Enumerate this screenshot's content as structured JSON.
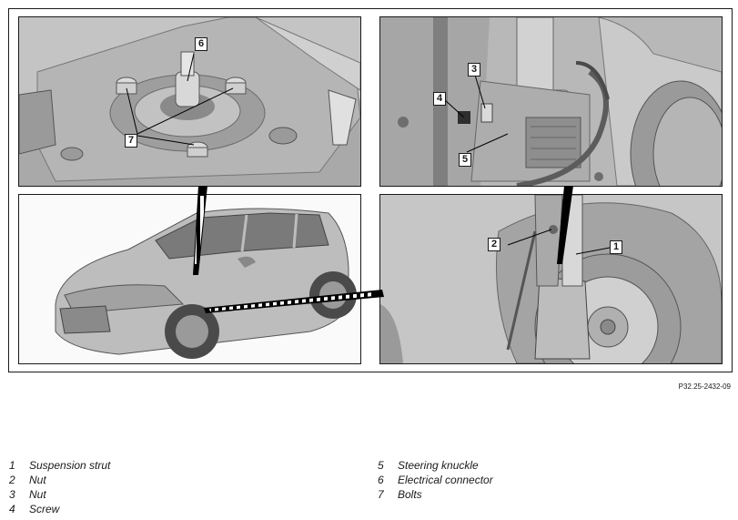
{
  "figure_reference": "P32.25-2432-09",
  "callouts": {
    "c1": "1",
    "c2": "2",
    "c3": "3",
    "c4": "4",
    "c5": "5",
    "c6": "6",
    "c7": "7"
  },
  "legend": [
    {
      "number": "1",
      "label": "Suspension strut"
    },
    {
      "number": "2",
      "label": "Nut"
    },
    {
      "number": "3",
      "label": "Nut"
    },
    {
      "number": "4",
      "label": "Screw"
    },
    {
      "number": "5",
      "label": "Steering knuckle"
    },
    {
      "number": "6",
      "label": "Electrical connector"
    },
    {
      "number": "7",
      "label": "Bolts"
    }
  ]
}
